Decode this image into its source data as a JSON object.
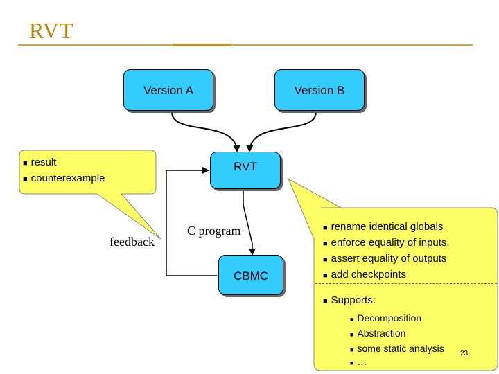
{
  "slide": {
    "title": "RVT",
    "page_number": "23"
  },
  "boxes": {
    "version_a": "Version A",
    "version_b": "Version B",
    "rvt": "RVT",
    "cbmc": "CBMC"
  },
  "labels": {
    "feedback": "feedback",
    "c_program": "C program"
  },
  "result_callout": {
    "items": [
      "result",
      "counterexample"
    ]
  },
  "rvt_callout": {
    "items": [
      "rename identical globals",
      "enforce equality of inputs.",
      "assert equality of outputs",
      "add checkpoints"
    ],
    "supports_label": "Supports:",
    "supports_items": [
      "Decomposition",
      "Abstraction",
      "some static analysis",
      "…"
    ]
  },
  "colors": {
    "box_fill": "#33ccff",
    "callout_fill": "#ffff66",
    "title_color": "#b8860b"
  }
}
